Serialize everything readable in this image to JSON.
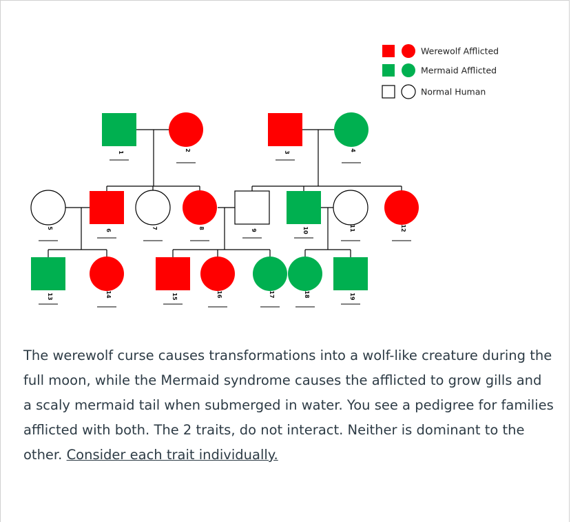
{
  "legend": [
    {
      "label": "Werewolf Afflicted",
      "color": "#ff0000",
      "outline": false
    },
    {
      "label": "Mermaid  Afflicted",
      "color": "#00b050",
      "outline": false
    },
    {
      "label": "Normal Human",
      "color": "#ffffff",
      "outline": true
    }
  ],
  "colors": {
    "werewolf": "#ff0000",
    "mermaid": "#00b050",
    "normal": "#ffffff",
    "line": "#000000"
  },
  "individuals": [
    {
      "id": "1",
      "sex": "male",
      "trait": "mermaid"
    },
    {
      "id": "2",
      "sex": "female",
      "trait": "werewolf"
    },
    {
      "id": "3",
      "sex": "male",
      "trait": "werewolf"
    },
    {
      "id": "4",
      "sex": "female",
      "trait": "mermaid"
    },
    {
      "id": "5",
      "sex": "female",
      "trait": "normal"
    },
    {
      "id": "6",
      "sex": "male",
      "trait": "werewolf"
    },
    {
      "id": "7",
      "sex": "female",
      "trait": "normal"
    },
    {
      "id": "8",
      "sex": "female",
      "trait": "werewolf"
    },
    {
      "id": "9",
      "sex": "male",
      "trait": "normal"
    },
    {
      "id": "10",
      "sex": "male",
      "trait": "mermaid"
    },
    {
      "id": "11",
      "sex": "female",
      "trait": "normal"
    },
    {
      "id": "12",
      "sex": "female",
      "trait": "werewolf"
    },
    {
      "id": "13",
      "sex": "male",
      "trait": "mermaid"
    },
    {
      "id": "14",
      "sex": "female",
      "trait": "werewolf"
    },
    {
      "id": "15",
      "sex": "male",
      "trait": "werewolf"
    },
    {
      "id": "16",
      "sex": "female",
      "trait": "werewolf"
    },
    {
      "id": "17",
      "sex": "female",
      "trait": "mermaid"
    },
    {
      "id": "18",
      "sex": "female",
      "trait": "mermaid"
    },
    {
      "id": "19",
      "sex": "male",
      "trait": "mermaid"
    }
  ],
  "text": {
    "paragraph": "The werewolf curse causes transformations into a wolf-like creature during the full moon, while the Mermaid syndrome causes the afflicted to grow gills and a scaly mermaid tail when submerged in water. You see a pedigree for families afflicted with both. The 2 traits, do not interact. Neither is dominant to the other. ",
    "emphasis": "Consider each trait individually."
  }
}
